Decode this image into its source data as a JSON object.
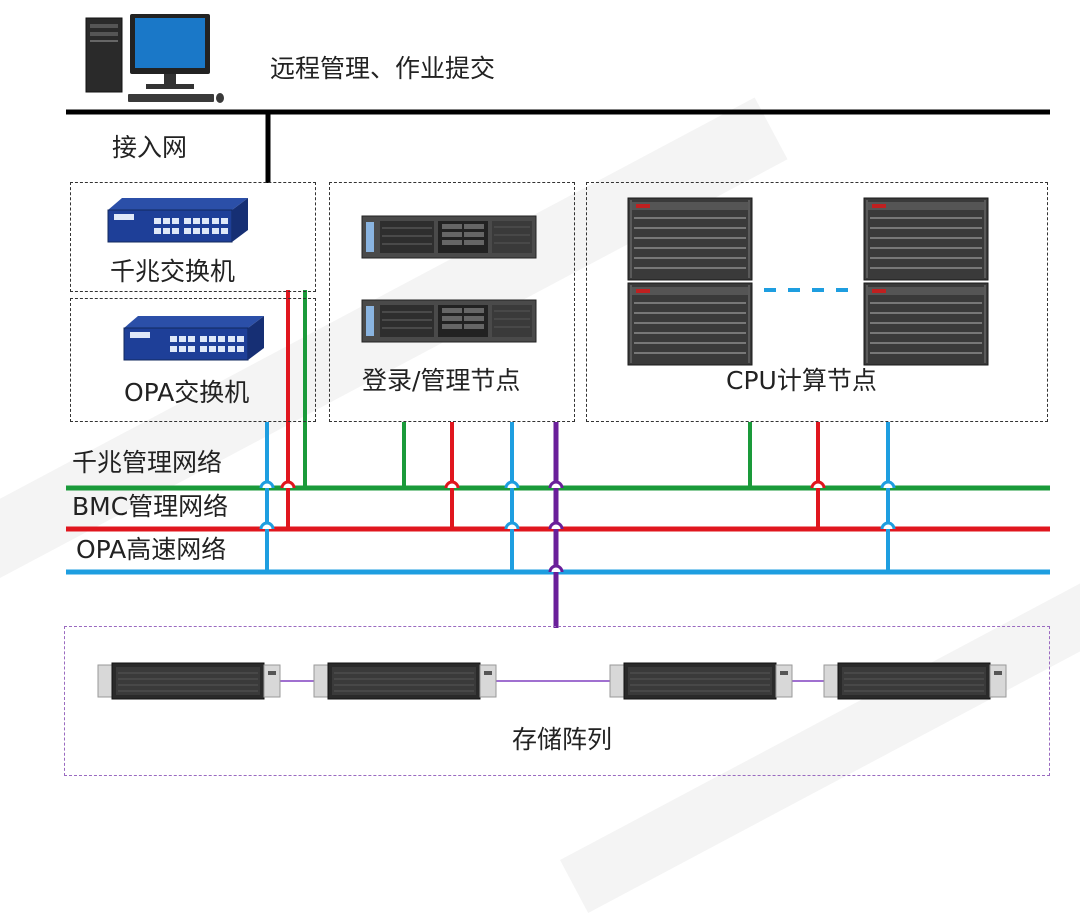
{
  "header": {
    "remote_label": "远程管理、作业提交",
    "access_label": "接入网"
  },
  "groups": {
    "gigabit_switch": "千兆交换机",
    "opa_switch": "OPA交换机",
    "login_nodes": "登录/管理节点",
    "cpu_nodes": "CPU计算节点",
    "storage": "存储阵列"
  },
  "networks": [
    {
      "label": "千兆管理网络",
      "color": "#1a9a3a"
    },
    {
      "label": "BMC管理网络",
      "color": "#e0161e"
    },
    {
      "label": "OPA高速网络",
      "color": "#1e9ee0"
    }
  ],
  "colors": {
    "backbone": "#000000",
    "storage_link": "#6a1f9a",
    "storage_chain": "#a070d0",
    "dotted_link": "#1e9ee0"
  },
  "icons": {
    "workstation": "computer-icon",
    "switch": "network-switch-icon",
    "server": "rack-server-icon",
    "compute": "blade-chassis-icon",
    "storage": "storage-enclosure-icon"
  }
}
